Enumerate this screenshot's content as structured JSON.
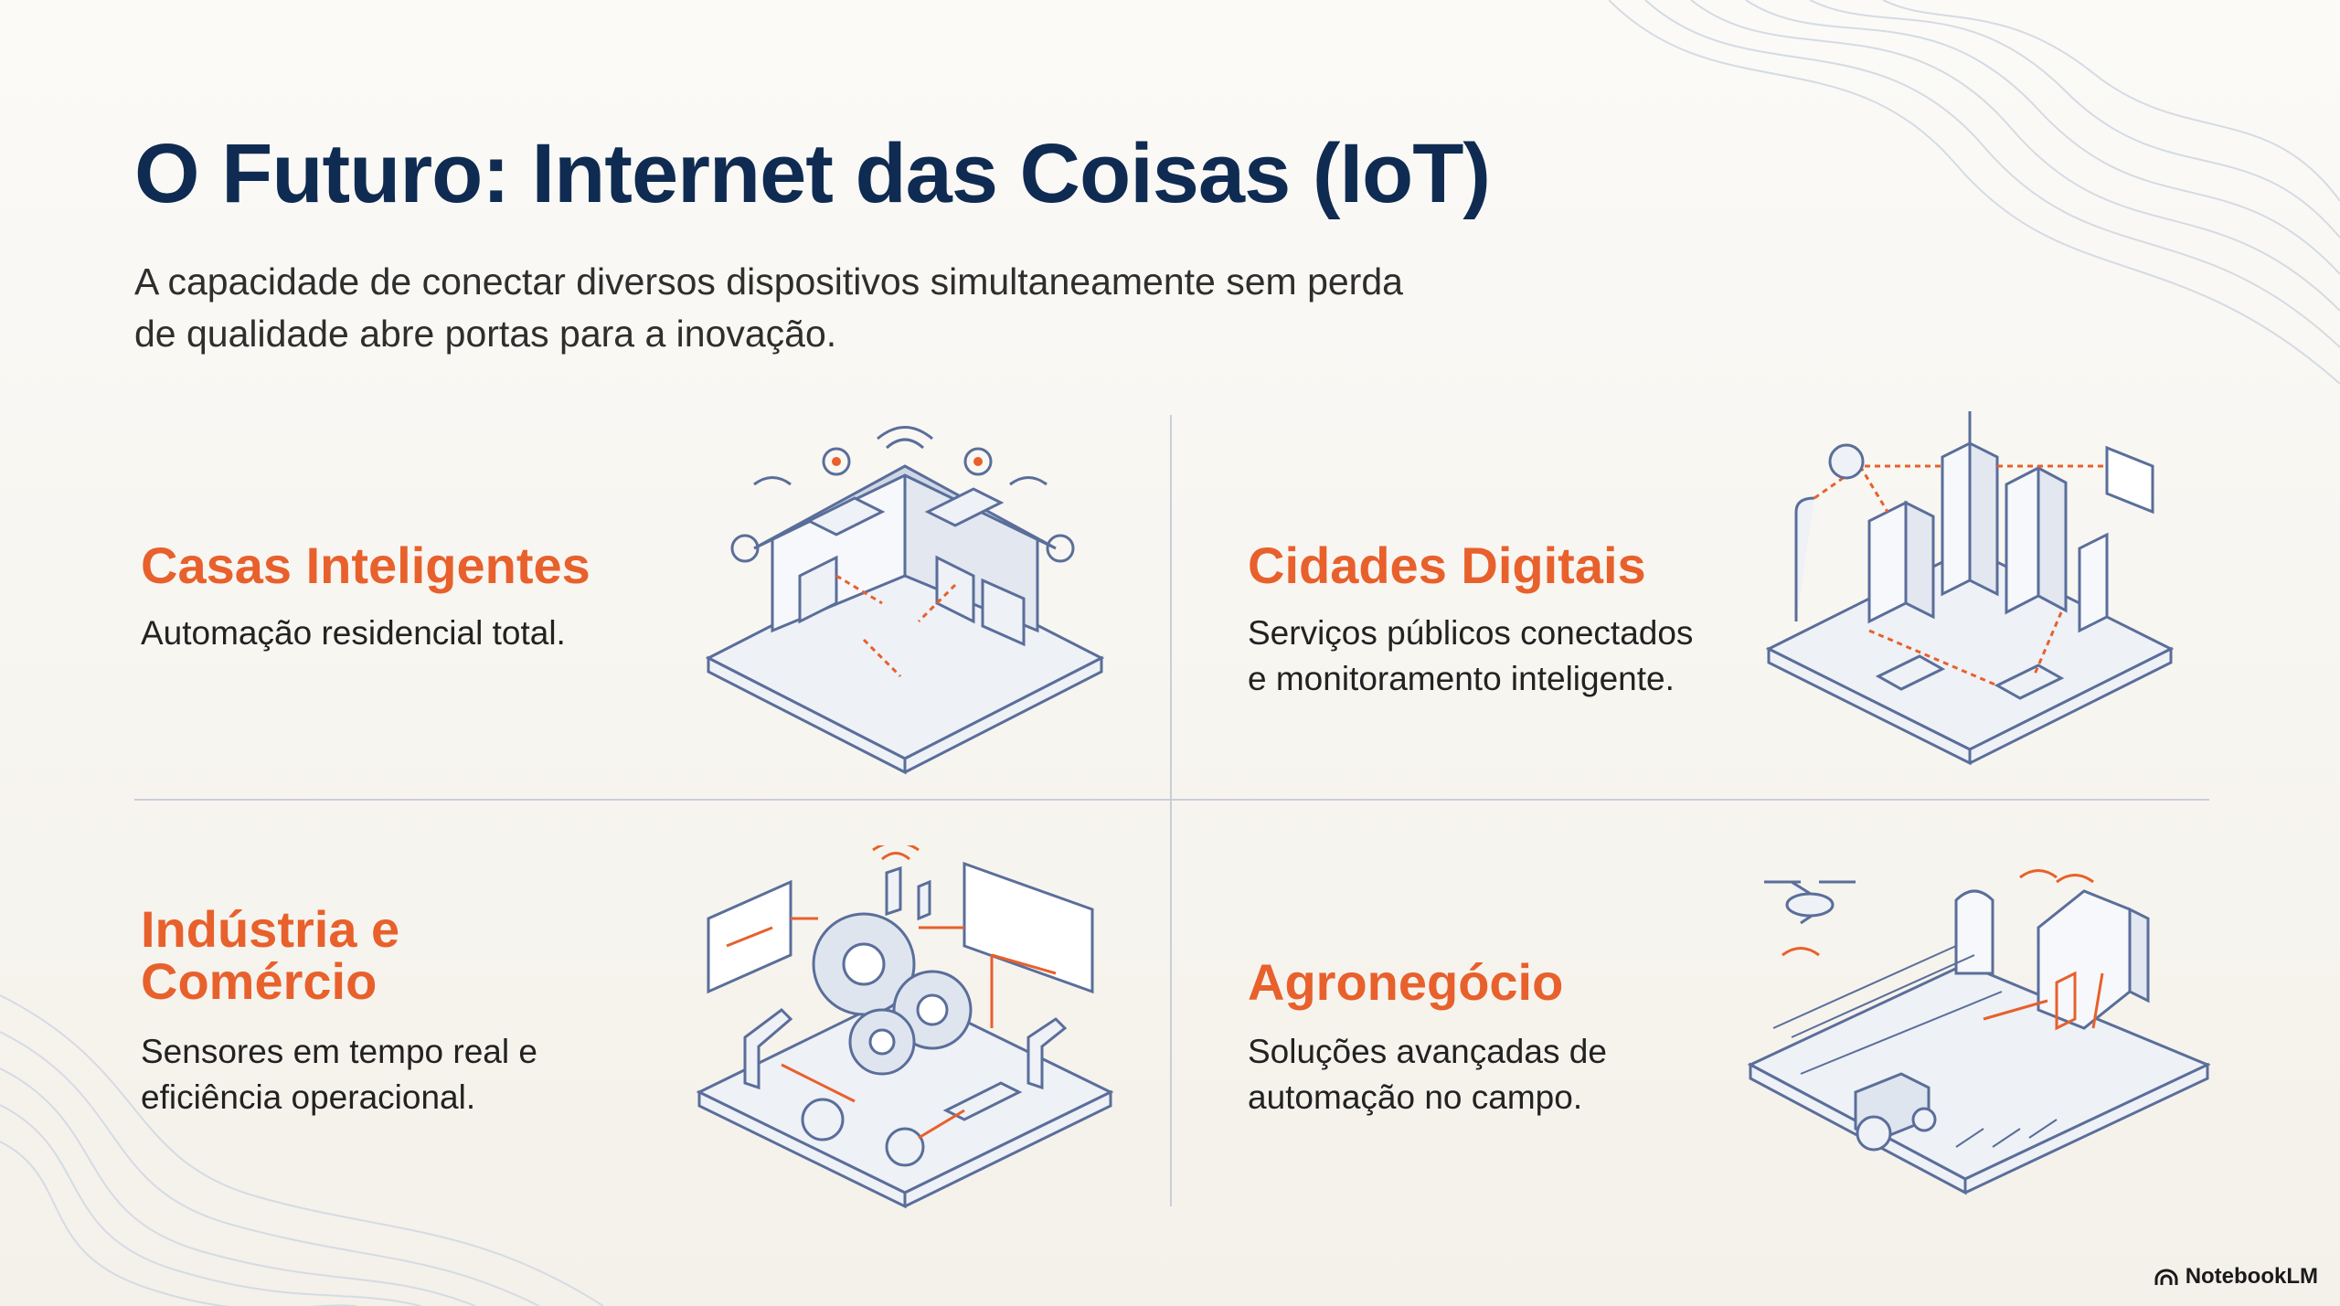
{
  "title": "O Futuro: Internet das Coisas (IoT)",
  "subtitle_line1": "A capacidade de conectar diversos dispositivos simultaneamente sem perda",
  "subtitle_line2": "de qualidade abre portas para a inovação.",
  "cards": [
    {
      "heading": "Casas Inteligentes",
      "desc1": "Automação residencial total.",
      "icon": "smart-home-illustration"
    },
    {
      "heading": "Cidades Digitais",
      "desc1": "Serviços públicos conectados",
      "desc2": "e monitoramento inteligente.",
      "icon": "smart-city-illustration"
    },
    {
      "heading1": "Indústria e",
      "heading2": "Comércio",
      "desc1": "Sensores em tempo real e",
      "desc2": "eficiência operacional.",
      "icon": "industry-illustration"
    },
    {
      "heading": "Agronegócio",
      "desc1": "Soluções avançadas de",
      "desc2": "automação no campo.",
      "icon": "agribusiness-illustration"
    }
  ],
  "brand": "NotebookLM",
  "colors": {
    "title": "#0f2b52",
    "accent": "#e8602c",
    "line": "#5a6e9a"
  }
}
